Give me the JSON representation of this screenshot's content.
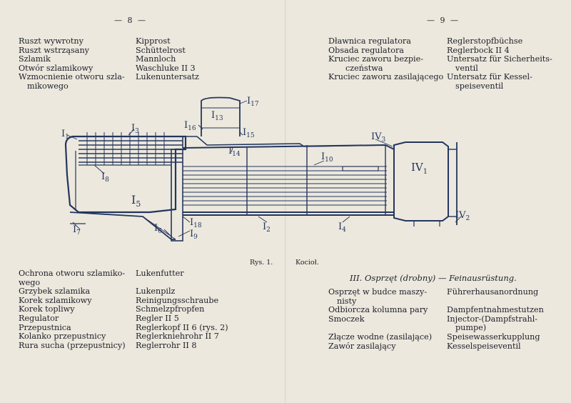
{
  "page_numbers": {
    "left": "— 8 —",
    "right": "— 9 —"
  },
  "top_left": {
    "polish": [
      "Ruszt wywrotny",
      "Ruszt wstrząsany",
      "Szlamik",
      "Otwór szlamikowy",
      "Wzmocnienie otworu szla-",
      "mikowego"
    ],
    "german": [
      "Kipprost",
      "Schüttelrost",
      "Mannloch",
      "Waschluke II 3",
      "Lukenuntersatz"
    ]
  },
  "top_right": {
    "polish": [
      "Dławnica regulatora",
      "Obsada regulatora",
      "Kruciec zaworu bezpie-",
      "czeństwa",
      "Kruciec zaworu zasilającego"
    ],
    "german": [
      "Reglerstopfbüchse",
      "Reglerbock II 4",
      "Untersatz für Sicherheits-",
      "ventil",
      "Untersatz für Kessel-",
      "speiseventil"
    ]
  },
  "diagram_labels": {
    "l1": "I",
    "s1": "1",
    "l3": "I",
    "s3": "3",
    "l8": "I",
    "s8": "8",
    "l5": "I",
    "s5": "5",
    "l7": "I",
    "s7": "7",
    "l6": "I",
    "s6": "6",
    "l18": "I",
    "s18": "18",
    "l9": "I",
    "s9": "9",
    "l2": "I",
    "s2": "2",
    "l4": "I",
    "s4": "4",
    "l10": "I",
    "s10": "10",
    "l13": "I",
    "s13": "13",
    "l17": "I",
    "s17": "17",
    "l16": "I",
    "s16": "16",
    "l15": "I",
    "s15": "15",
    "l14": "I",
    "s14": "14",
    "lIV3": "IV",
    "sIV3": "3",
    "lIV1": "IV",
    "sIV1": "1",
    "lIV2": "IV",
    "sIV2": "2"
  },
  "caption": {
    "figure": "Rys. 1.",
    "title": "Kocioł."
  },
  "bottom_left": {
    "polish": [
      "Ochrona otworu szlamiko-",
      "wego",
      "Grzybek szlamika",
      "Korek szlamikowy",
      "Korek topliwy",
      "Regulator",
      "Przepustnica",
      "Kolanko przepustnicy",
      "Rura sucha (przepustnicy)"
    ],
    "german": [
      "Lukenfutter",
      "",
      "Lukenpilz",
      "Reinigungsschraube",
      "Schmelzpfropfen",
      "Regler II 5",
      "Reglerkopf II 6 (rys. 2)",
      "Reglerkniehrohr II 7",
      "Reglerrohr II 8"
    ]
  },
  "section_heading": "III. Osprzęt (drobny) — Feinausrüstung.",
  "bottom_right": {
    "polish": [
      "Osprzęt w budce maszy-",
      "nisty",
      "Odbiorcza kolumna pary",
      "Smoczek",
      "",
      "Złącze wodne (zasilające)",
      "Zawór zasilający"
    ],
    "german": [
      "Führerhausanordnung",
      "",
      "Dampfentnahmestutzen",
      "Injector-(Dampfstrahl-",
      "pumpe)",
      "Speisewasserkupplung",
      "Kesselspeiseventil"
    ]
  }
}
